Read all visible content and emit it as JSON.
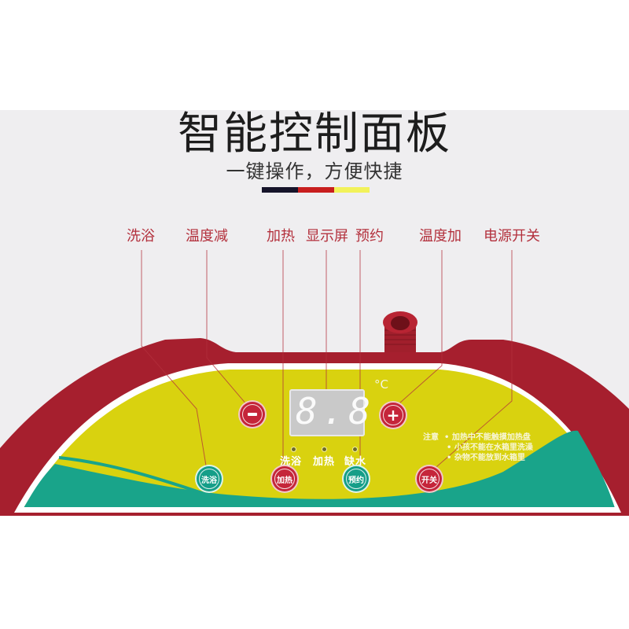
{
  "header": {
    "title": "智能控制面板",
    "subtitle": "一键操作，方便快捷",
    "accent_bar_colors": [
      "#16142a",
      "#c81e1e",
      "#f2f25a"
    ]
  },
  "callouts": [
    {
      "id": "bath",
      "label": "洗浴"
    },
    {
      "id": "temp-down",
      "label": "温度减"
    },
    {
      "id": "heat",
      "label": "加热"
    },
    {
      "id": "display",
      "label": "显示屏"
    },
    {
      "id": "schedule",
      "label": "预约"
    },
    {
      "id": "temp-up",
      "label": "温度加"
    },
    {
      "id": "power",
      "label": "电源开关"
    }
  ],
  "panel": {
    "colors": {
      "frame": "#a61f2e",
      "face_yellow": "#d9d20f",
      "face_teal": "#19a48a",
      "button_red": "#c5253a",
      "button_teal": "#159e88"
    },
    "display": {
      "readout": "8.8.",
      "unit": "°C"
    },
    "indicators": [
      "洗浴",
      "加热",
      "缺水"
    ],
    "buttons": {
      "minus": "−",
      "plus": "+",
      "bath": "洗浴",
      "heat": "加热",
      "schedule": "预约",
      "power": "开关"
    },
    "notes": {
      "heading": "注意",
      "items": [
        "加热中不能触摸加热盘",
        "小孩不能在水箱里洗澡",
        "杂物不能放到水箱里"
      ]
    }
  }
}
